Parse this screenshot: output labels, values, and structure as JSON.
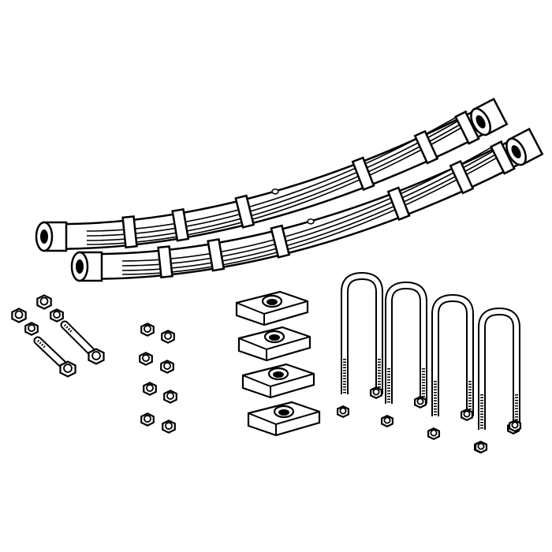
{
  "illustration": {
    "subject": "leaf-spring-kit",
    "line_color": "#000000",
    "fill_color": "#ffffff",
    "parts": {
      "leaf_springs": 2,
      "eye_bolts": 2,
      "spring_nuts": 8,
      "spring_plates": 4,
      "u_bolts": 4,
      "u_bolt_nuts": 8
    }
  }
}
